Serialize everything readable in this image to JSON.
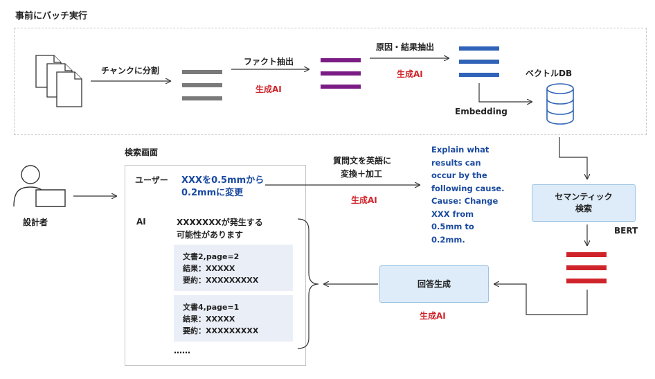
{
  "batch": {
    "section_title": "事前にバッチ実行",
    "chunk_label": "チャンクに分割",
    "fact_label": "ファクト抽出",
    "fact_ai": "生成AI",
    "cause_label": "原因・結果抽出",
    "cause_ai": "生成AI",
    "vector_db_label": "ベクトルDB",
    "embedding_label": "Embedding"
  },
  "user": {
    "label": "設計者"
  },
  "search_screen": {
    "title": "検索画面",
    "user_role": "ユーザー",
    "query_line1": "XXXを0.5mmから",
    "query_line2": "0.2mmに変更",
    "ai_role": "AI",
    "answer_line1": "XXXXXXXが発生する",
    "answer_line2": "可能性があります",
    "results": [
      {
        "doc": "文書2,page=2",
        "result": "結果：XXXXX",
        "summary": "要約：XXXXXXXXX"
      },
      {
        "doc": "文書4,page=1",
        "result": "結果：XXXXX",
        "summary": "要約：XXXXXXXXX"
      }
    ],
    "ellipsis": "……"
  },
  "convert": {
    "label_line1": "質問文を英語に",
    "label_line2": "変換＋加工",
    "ai": "生成AI"
  },
  "english_query": [
    "Explain what",
    "results can",
    "occur by the",
    "following cause.",
    "Cause: Change",
    "XXX from",
    "0.5mm to",
    "0.2mm."
  ],
  "semantic": {
    "line1": "セマンティック",
    "line2": "検索",
    "model": "BERT"
  },
  "answer_gen": {
    "label": "回答生成",
    "ai": "生成AI"
  },
  "colors": {
    "gray_list": "#7a7a7a",
    "purple_list": "#7b1c85",
    "blue_list": "#3063b8",
    "red_list": "#d0242b",
    "ai_red": "#d0242b",
    "query_blue": "#1a4aa0"
  },
  "icons": [
    "document-stack-icon",
    "list-icon",
    "database-icon",
    "user-laptop-icon",
    "arrow-icon",
    "brace-icon"
  ]
}
